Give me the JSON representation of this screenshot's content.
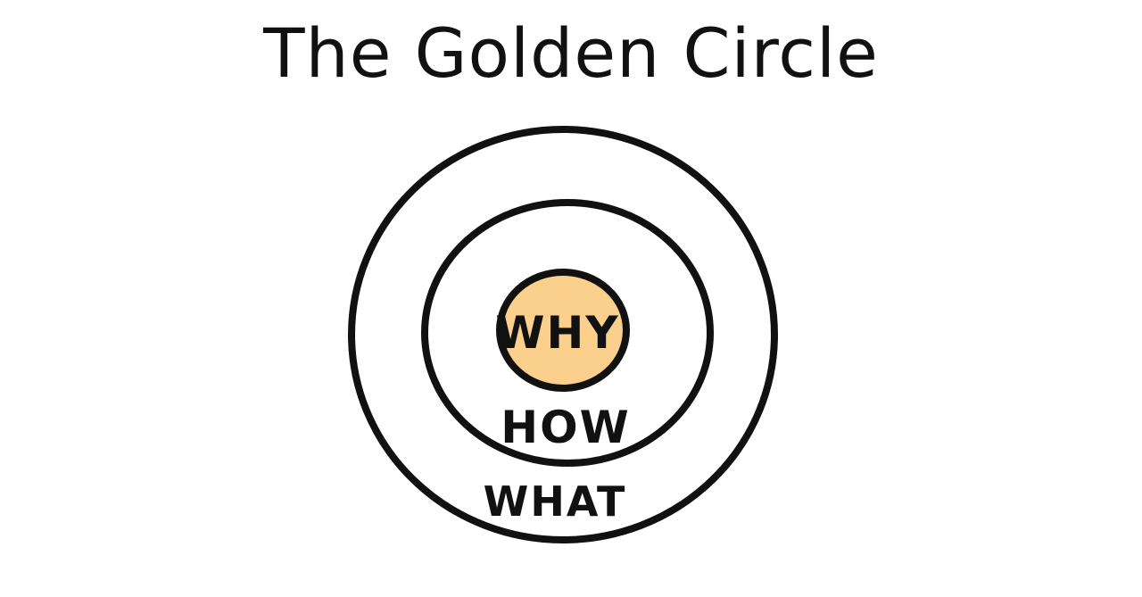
{
  "title": "The Golden Circle",
  "labels": {
    "why": "WHY",
    "how": "HOW",
    "what": "WHAT"
  },
  "colors": {
    "ink": "#111111",
    "core_fill": "#fbcf8c",
    "background": "#ffffff"
  }
}
